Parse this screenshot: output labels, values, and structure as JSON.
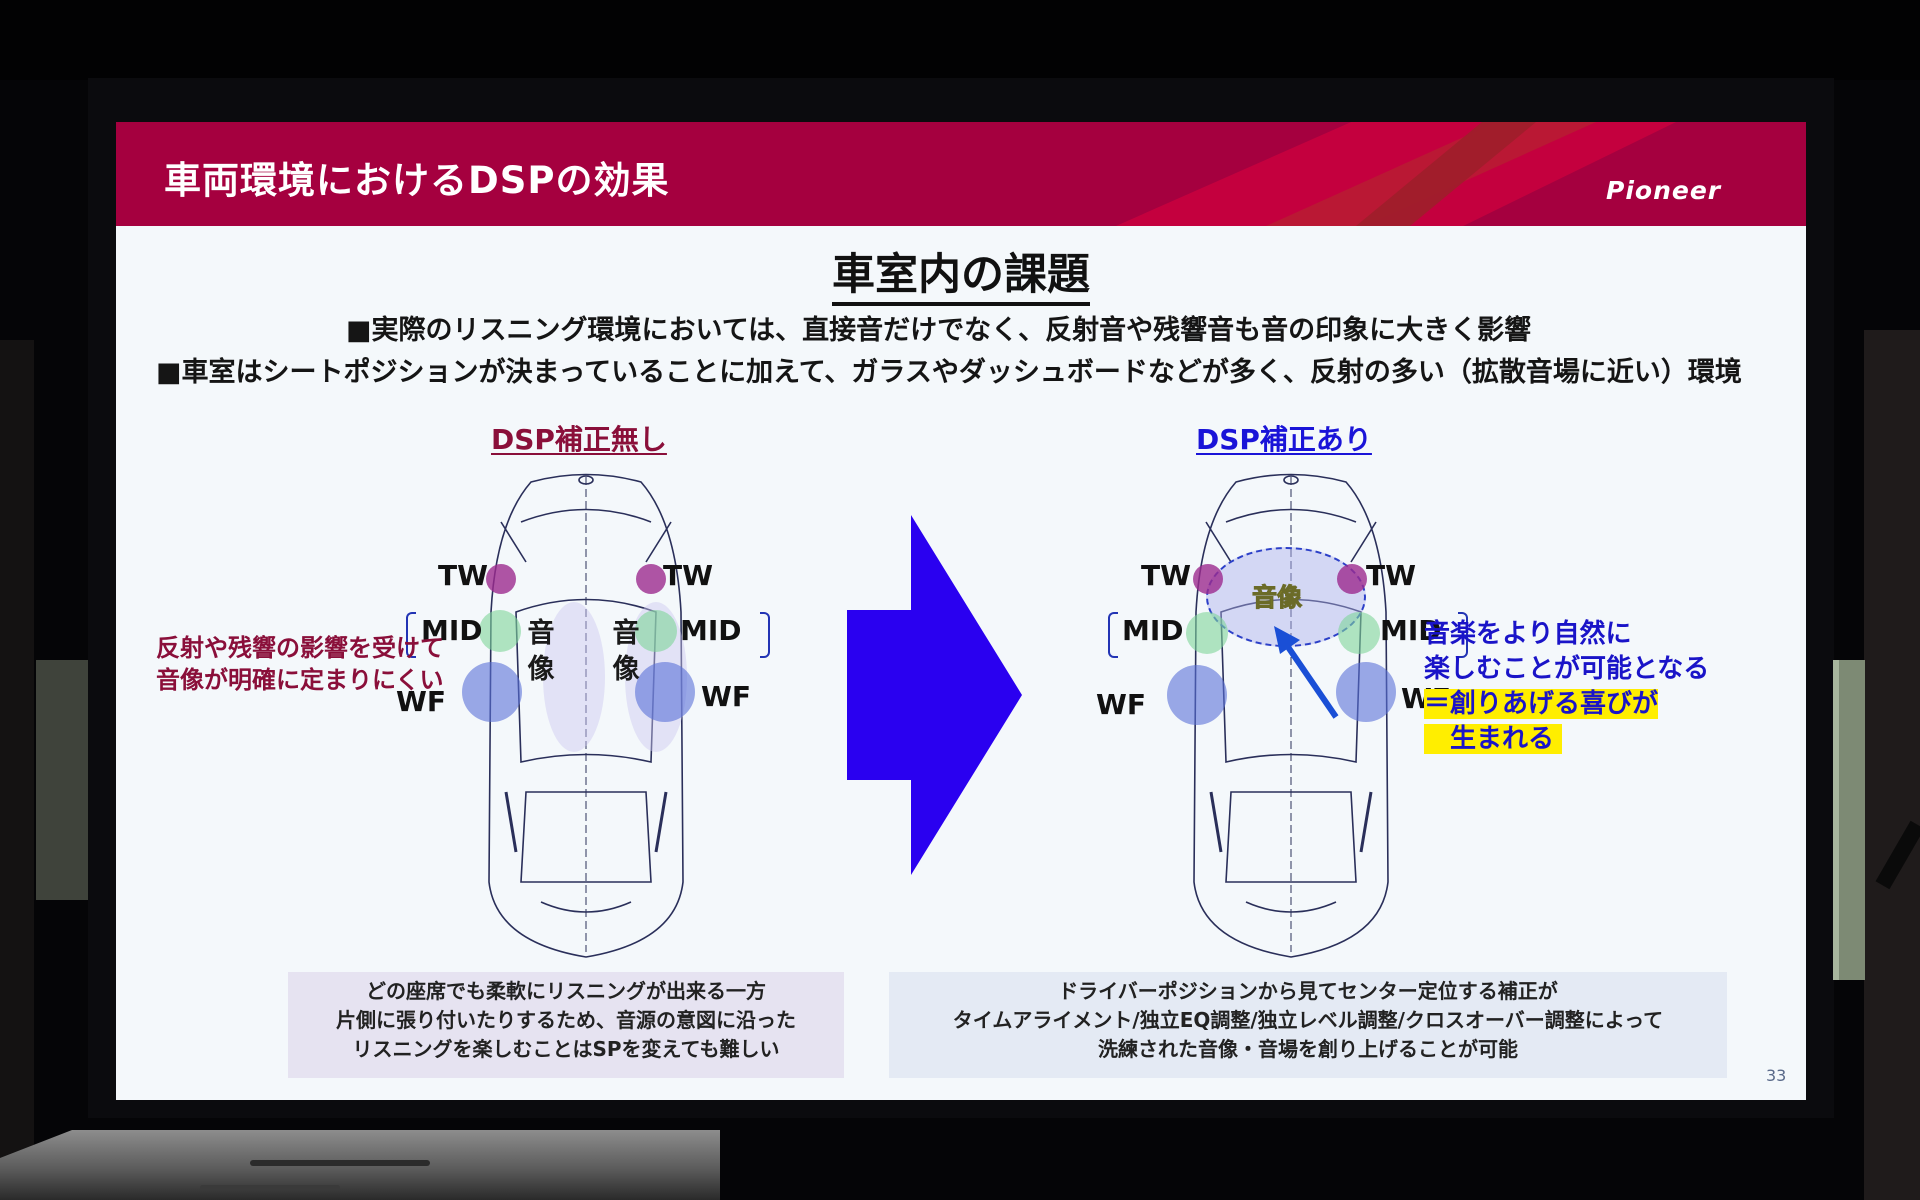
{
  "slide": {
    "header_title": "車両環境におけるDSPの効果",
    "logo": "Pioneer",
    "section_title": "車室内の課題",
    "bullets": [
      "■実際のリスニング環境においては、直接音だけでなく、反射音や残響音も音の印象に大きく影響",
      "■車室はシートポジションが決まっていることに加えて、ガラスやダッシュボードなどが多く、反射の多い（拡散音場に近い）環境"
    ],
    "left": {
      "title": "DSP補正無し",
      "labels": {
        "tw_l": "TW",
        "tw_r": "TW",
        "mid_l": "MID",
        "mid_r": "MID",
        "wf_l": "WF",
        "wf_r": "WF"
      },
      "image_char1": "音",
      "image_char2": "像",
      "note_line1": "反射や残響の影響を受けて",
      "note_line2": "音像が明確に定まりにくい",
      "box_lines": [
        "どの座席でも柔軟にリスニングが出来る一方",
        "片側に張り付いたりするため、音源の意図に沿った",
        "リスニングを楽しむことはSPを変えても難しい"
      ]
    },
    "right": {
      "title": "DSP補正あり",
      "labels": {
        "tw_l": "TW",
        "tw_r": "TW",
        "mid_l": "MID",
        "mid_r": "MID",
        "wf_l": "WF",
        "wf_r": "WF"
      },
      "image_label": "音像",
      "note_line1": "音楽をより自然に",
      "note_line2": "楽しむことが可能となる",
      "note_line3": "＝創りあげる喜びが",
      "note_line4": "　生まれる",
      "box_lines": [
        "ドライバーポジションから見てセンター定位する補正が",
        "タイムアライメント/独立EQ調整/独立レベル調整/クロスオーバー調整によって",
        "洗練された音像・音場を創り上げることが可能"
      ]
    },
    "page_number": "33",
    "colors": {
      "header": "#a5003f",
      "left_accent": "#8a0f3a",
      "right_accent": "#1a14d8",
      "arrow": "#2a00f0",
      "highlight": "#ffee00"
    }
  }
}
